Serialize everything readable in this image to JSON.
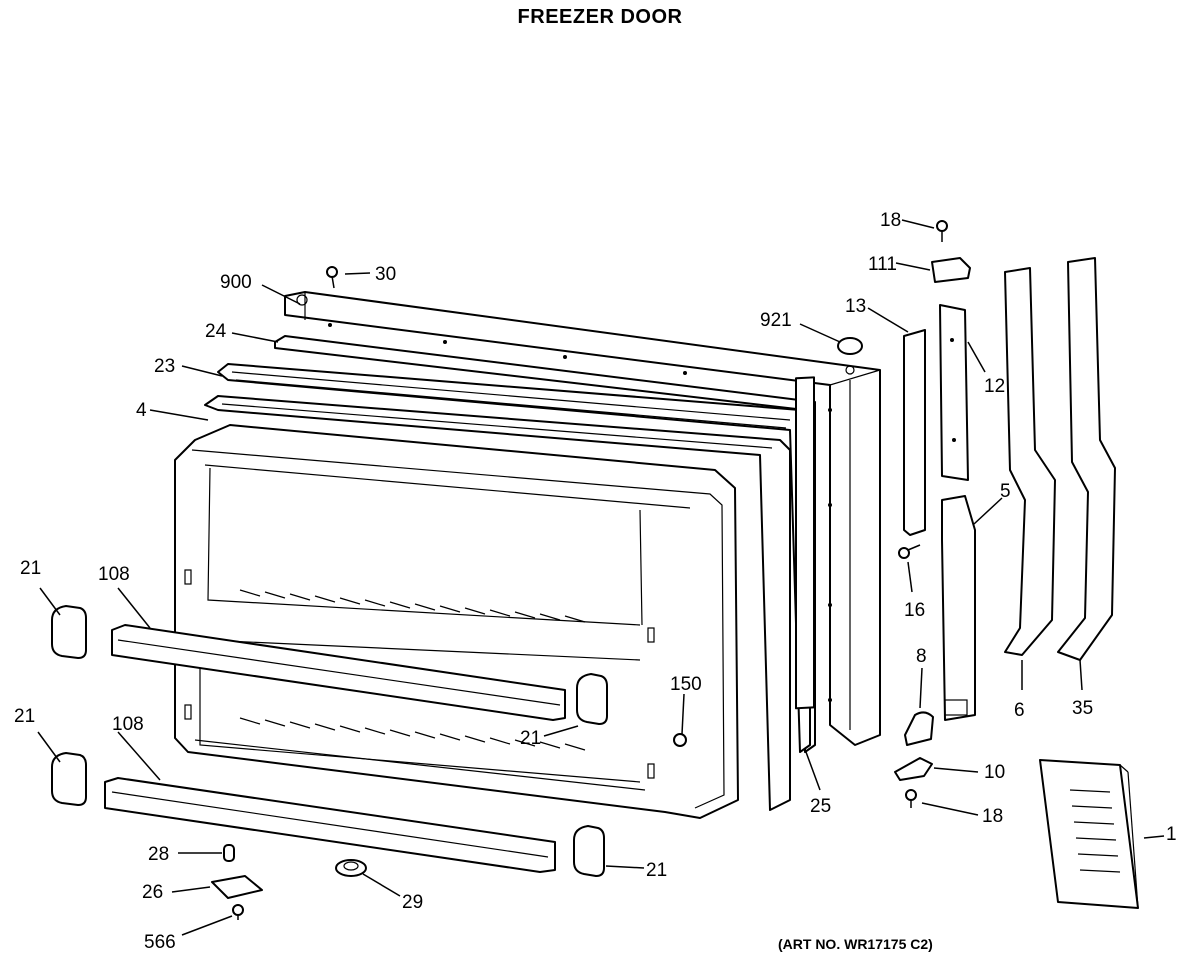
{
  "title": "FREEZER DOOR",
  "art_number": "(ART NO. WR17175 C2)",
  "callouts": [
    {
      "id": "c18a",
      "label": "18"
    },
    {
      "id": "c111",
      "label": "111"
    },
    {
      "id": "c30",
      "label": "30"
    },
    {
      "id": "c900",
      "label": "900"
    },
    {
      "id": "c921",
      "label": "921"
    },
    {
      "id": "c13",
      "label": "13"
    },
    {
      "id": "c12",
      "label": "12"
    },
    {
      "id": "c24",
      "label": "24"
    },
    {
      "id": "c23",
      "label": "23"
    },
    {
      "id": "c4",
      "label": "4"
    },
    {
      "id": "c5",
      "label": "5"
    },
    {
      "id": "c21a",
      "label": "21"
    },
    {
      "id": "c108a",
      "label": "108"
    },
    {
      "id": "c16",
      "label": "16"
    },
    {
      "id": "c150",
      "label": "150"
    },
    {
      "id": "c21b",
      "label": "21"
    },
    {
      "id": "c8",
      "label": "8"
    },
    {
      "id": "c6",
      "label": "6"
    },
    {
      "id": "c35",
      "label": "35"
    },
    {
      "id": "c21c",
      "label": "21"
    },
    {
      "id": "c108b",
      "label": "108"
    },
    {
      "id": "c10",
      "label": "10"
    },
    {
      "id": "c25",
      "label": "25"
    },
    {
      "id": "c18b",
      "label": "18"
    },
    {
      "id": "c1",
      "label": "1"
    },
    {
      "id": "c28",
      "label": "28"
    },
    {
      "id": "c21d",
      "label": "21"
    },
    {
      "id": "c26",
      "label": "26"
    },
    {
      "id": "c29",
      "label": "29"
    },
    {
      "id": "c566",
      "label": "566"
    }
  ]
}
